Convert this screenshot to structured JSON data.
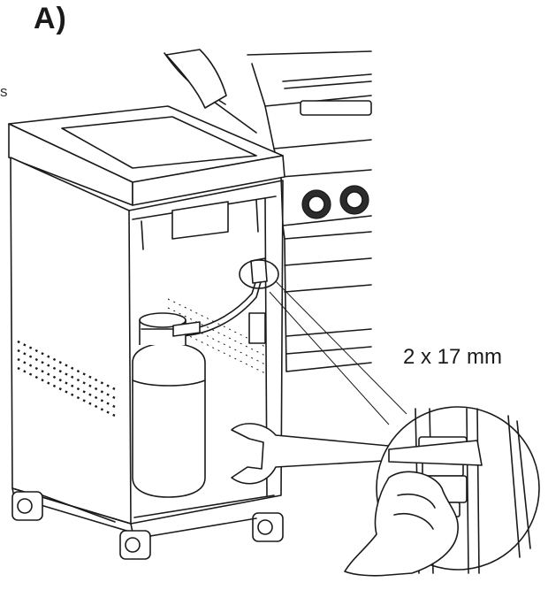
{
  "figure": {
    "step_label": "A)",
    "margin_fragment": "s",
    "callout_label": "2 x 17 mm"
  },
  "colors": {
    "line": "#1a1a1a",
    "background": "#ffffff",
    "shade": "#e9e9e9"
  },
  "icons": [
    "grill-side-cabinet-illustration",
    "gas-bottle-illustration",
    "wrench-illustration",
    "hand-illustration",
    "magnifier-circle"
  ]
}
